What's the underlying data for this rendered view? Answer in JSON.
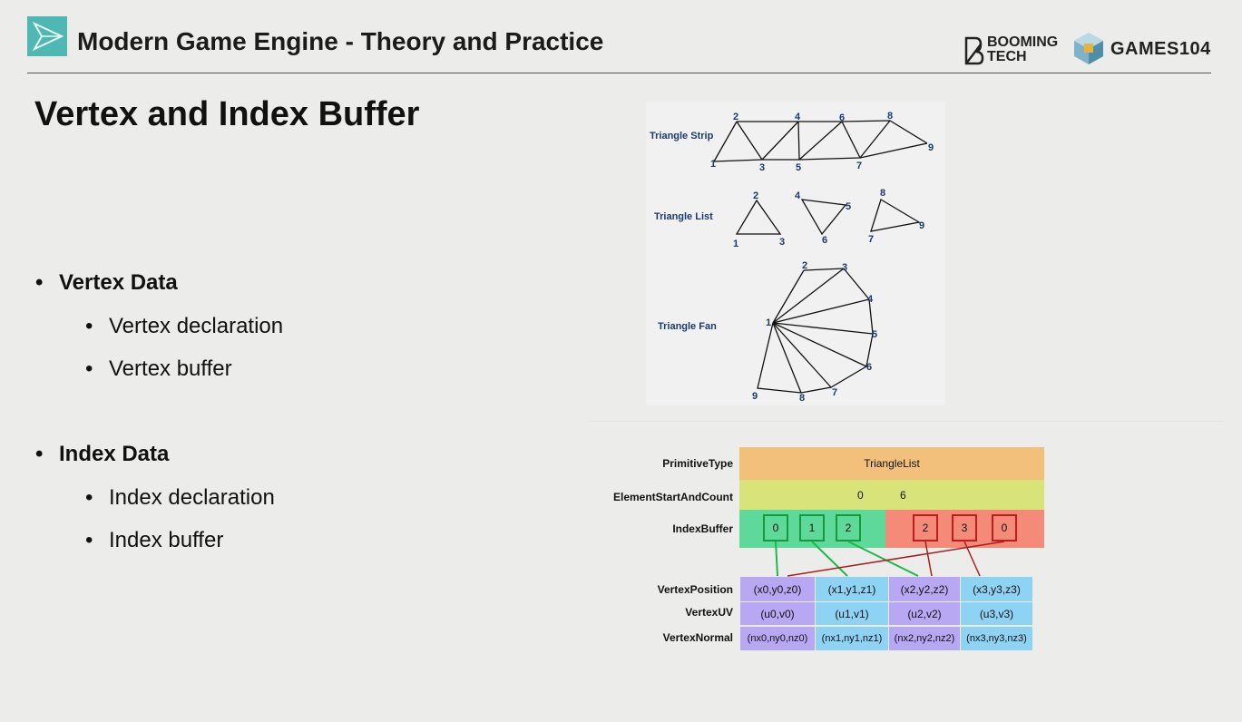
{
  "header": {
    "title": "Modern Game Engine - Theory and Practice",
    "brand1_line1": "BOOMING",
    "brand1_line2": "TECH",
    "brand2": "GAMES104"
  },
  "slide": {
    "title": "Vertex and Index Buffer",
    "bullets": [
      {
        "label": "Vertex Data",
        "subs": [
          "Vertex declaration",
          "Vertex buffer"
        ]
      },
      {
        "label": "Index Data",
        "subs": [
          "Index declaration",
          "Index buffer"
        ]
      }
    ],
    "bullet_symbol": "•"
  },
  "topology": {
    "strip_label": "Triangle Strip",
    "list_label": "Triangle List",
    "fan_label": "Triangle Fan",
    "strip_vertices": [
      "1",
      "2",
      "3",
      "4",
      "5",
      "6",
      "7",
      "8",
      "9"
    ],
    "list_vertices": [
      "1",
      "2",
      "3",
      "4",
      "5",
      "6",
      "7",
      "8",
      "9"
    ],
    "fan_vertices": [
      "1",
      "2",
      "3",
      "4",
      "5",
      "6",
      "7",
      "8",
      "9"
    ]
  },
  "buffer_table": {
    "primitive_type_label": "PrimitiveType",
    "primitive_type_value": "TriangleList",
    "element_label": "ElementStartAndCount",
    "element_start": "0",
    "element_count": "6",
    "index_label": "IndexBuffer",
    "indices_green": [
      "0",
      "1",
      "2"
    ],
    "indices_red": [
      "2",
      "3",
      "0"
    ],
    "vertex_rows": [
      {
        "label": "VertexPosition",
        "cells": [
          "(x0,y0,z0)",
          "(x1,y1,z1)",
          "(x2,y2,z2)",
          "(x3,y3,z3)"
        ]
      },
      {
        "label": "VertexUV",
        "cells": [
          "(u0,v0)",
          "(u1,v1)",
          "(u2,v2)",
          "(u3,v3)"
        ]
      },
      {
        "label": "VertexNormal",
        "cells": [
          "(nx0,ny0,nz0)",
          "(nx1,ny1,nz1)",
          "(nx2,ny2,nz2)",
          "(nx3,ny3,nz3)"
        ]
      }
    ],
    "colors": {
      "primitive": "#f2c07a",
      "element": "#d8e47a",
      "index_green": "#5fd99a",
      "index_red": "#f48a78",
      "vertex_purple": "#b8a7f2",
      "vertex_blue": "#8fd3f4"
    }
  }
}
